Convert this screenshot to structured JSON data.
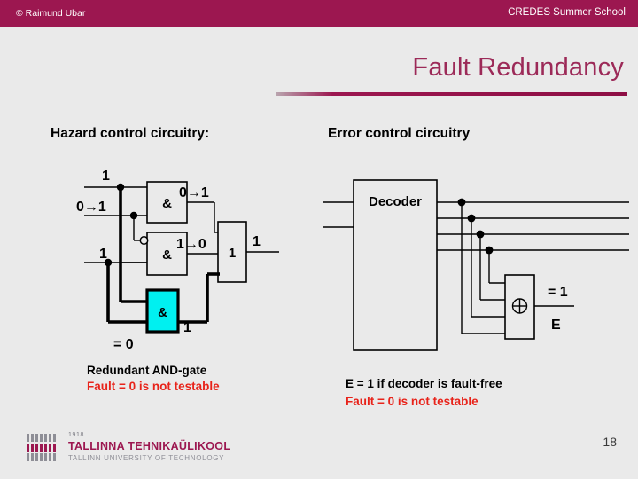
{
  "header": {
    "copyright": "© Raimund Ubar",
    "right_text": "CREDES Summer School"
  },
  "title": "Fault Redundancy",
  "sections": {
    "left_heading": "Hazard control circuitry:",
    "right_heading": "Error control circuitry"
  },
  "left_circuit": {
    "gate1_label": "&",
    "gate2_label": "&",
    "gate3_label": "&",
    "or_gate_label": "1",
    "input1_label": "1",
    "input2_label": "0→1",
    "input3_label": "1",
    "gate1_out_label": "0→1",
    "gate2_out_label": "1→0",
    "or_out_label": "1",
    "redundant_out_label": "1",
    "fault_label": "= 0",
    "redundant_gate_fill": "#00f0f0"
  },
  "right_circuit": {
    "decoder_label": "Decoder",
    "xor_label": "⊕",
    "xor_out_label": "= 1",
    "error_label": "E"
  },
  "captions": {
    "left_line1": "Redundant AND-gate",
    "left_line2": "Fault = 0 is not testable",
    "right_line1": "E = 1 if decoder is fault-free",
    "right_line2": "Fault  = 0 is not testable"
  },
  "footer": {
    "logo_year": "1918",
    "logo_main": "TALLINNA TEHNIKAÜLIKOOL",
    "logo_sub": "TALLINN UNIVERSITY OF TECHNOLOGY",
    "page_number": "18"
  },
  "colors": {
    "brand": "#9c1750",
    "title": "#9c2a58",
    "alert": "#e8231a",
    "background": "#eaeaea"
  }
}
